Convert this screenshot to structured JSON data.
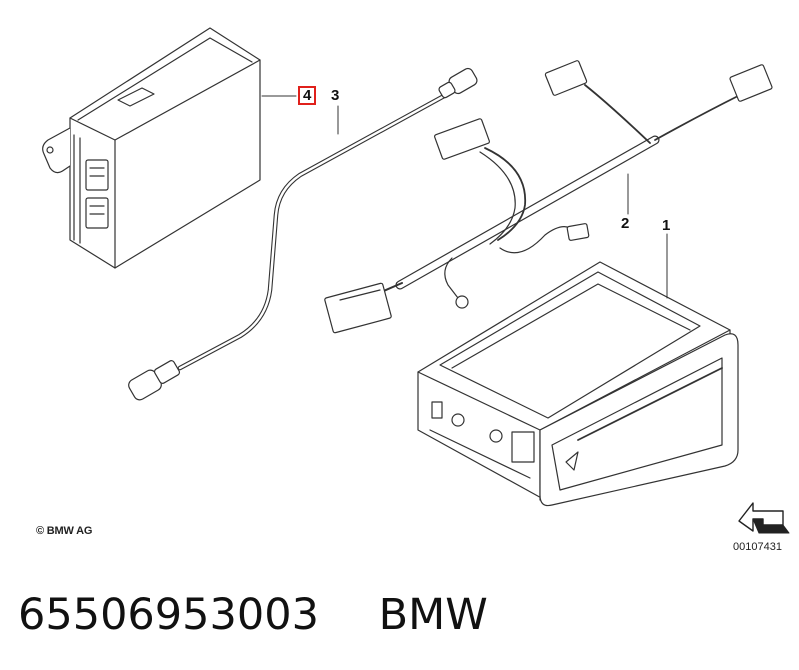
{
  "callouts": {
    "c1": "1",
    "c2": "2",
    "c3": "3",
    "c4": "4"
  },
  "copyright": "© BMW AG",
  "reference_number": "00107431",
  "part_number": "65506953003",
  "brand": "BMW",
  "colors": {
    "highlight": "#e0201b",
    "line": "#333333"
  }
}
